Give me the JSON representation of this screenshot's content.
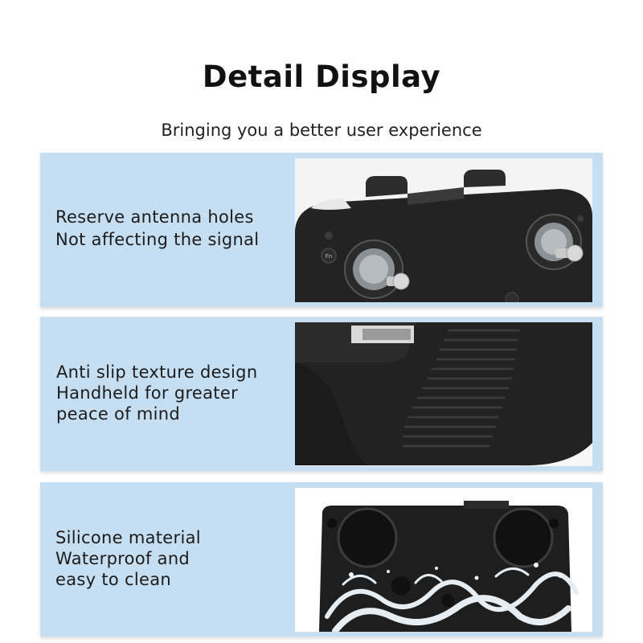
{
  "header": {
    "title": "Detail Display",
    "subtitle": "Bringing you a better user experience"
  },
  "features": [
    {
      "lines": [
        "Reserve antenna holes",
        "Not affecting the signal"
      ],
      "image_icon": "controller-joysticks-photo"
    },
    {
      "lines": [
        "Anti slip texture design",
        "Handheld for greater",
        "peace of mind"
      ],
      "image_icon": "grip-texture-photo"
    },
    {
      "lines": [
        "Silicone material",
        "Waterproof and",
        "easy to clean"
      ],
      "image_icon": "water-splash-photo"
    }
  ],
  "labels": {
    "fn_button": "Fn"
  },
  "colors": {
    "panel": "#c6def2",
    "title": "#111111",
    "silicone": "#1e1e1e"
  }
}
